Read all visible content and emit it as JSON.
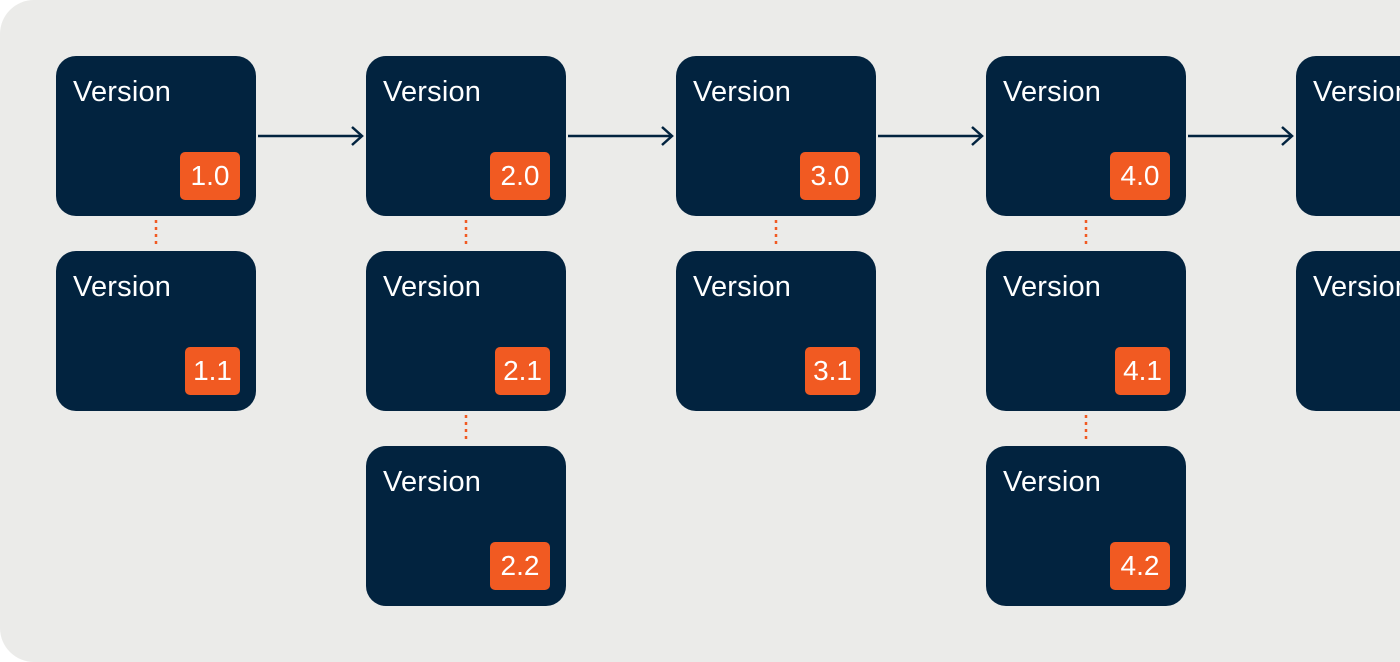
{
  "colors": {
    "background": "#ebebe9",
    "card": "#02233f",
    "badge": "#f15a22",
    "arrow": "#02233f",
    "connector": "#f15a22"
  },
  "cards": [
    {
      "id": "v1-0",
      "title": "Version",
      "badge": "1.0"
    },
    {
      "id": "v1-1",
      "title": "Version",
      "badge": "1.1"
    },
    {
      "id": "v2-0",
      "title": "Version",
      "badge": "2.0"
    },
    {
      "id": "v2-1",
      "title": "Version",
      "badge": "2.1"
    },
    {
      "id": "v2-2",
      "title": "Version",
      "badge": "2.2"
    },
    {
      "id": "v3-0",
      "title": "Version",
      "badge": "3.0"
    },
    {
      "id": "v3-1",
      "title": "Version",
      "badge": "3.1"
    },
    {
      "id": "v4-0",
      "title": "Version",
      "badge": "4.0"
    },
    {
      "id": "v4-1",
      "title": "Version",
      "badge": "4.1"
    },
    {
      "id": "v4-2",
      "title": "Version",
      "badge": "4.2"
    },
    {
      "id": "v5-0",
      "title": "Version",
      "badge": ""
    },
    {
      "id": "v5-1",
      "title": "Version",
      "badge": ""
    }
  ]
}
